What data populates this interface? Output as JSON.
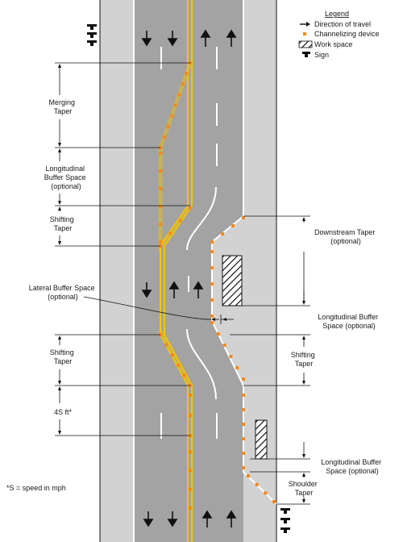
{
  "legend": {
    "title": "Legend",
    "items": [
      {
        "label": "Direction of travel",
        "icon": "arrow-right-icon"
      },
      {
        "label": "Channelizing device",
        "icon": "orange-square-icon"
      },
      {
        "label": "Work space",
        "icon": "hatched-box-icon"
      },
      {
        "label": "Sign",
        "icon": "sign-icon"
      }
    ]
  },
  "labels": {
    "merging_taper": [
      "Merging",
      "Taper"
    ],
    "longitudinal_buffer_left": [
      "Longitudinal",
      "Buffer Space",
      "(optional)"
    ],
    "shifting_taper_left_top": [
      "Shifting",
      "Taper"
    ],
    "lateral_buffer": [
      "Lateral Buffer Space",
      "(optional)"
    ],
    "shifting_taper_left_bottom": [
      "Shifting",
      "Taper"
    ],
    "four_s": [
      "4S ft*"
    ],
    "downstream_taper": [
      "Downstream Taper",
      "(optional)"
    ],
    "longitudinal_buffer_right_top": [
      "Longitudinal Buffer",
      "Space (optional)"
    ],
    "shifting_taper_right": [
      "Shifting",
      "Taper"
    ],
    "longitudinal_buffer_right_bottom": [
      "Longitudinal Buffer",
      "Space (optional)"
    ],
    "shoulder_taper": [
      "Shoulder",
      "Taper"
    ],
    "footnote": [
      "*S = speed in mph"
    ]
  },
  "colors": {
    "road": "#a3a3a3",
    "shoulder": "#d2d2d2",
    "yellow_line": "#f5c400",
    "device": "#f08a1e",
    "text": "#1a1a1a"
  }
}
